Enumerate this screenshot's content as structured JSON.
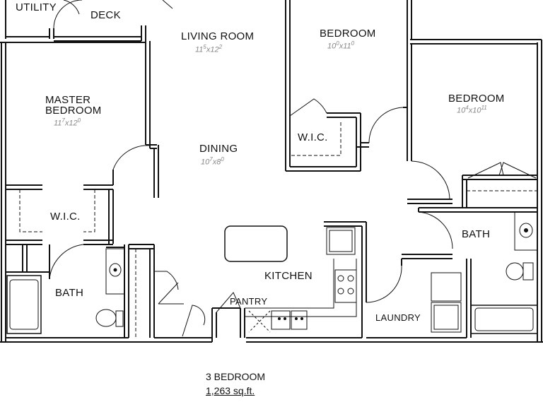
{
  "rooms": {
    "utility": {
      "label": "UTILITY"
    },
    "deck": {
      "label": "DECK"
    },
    "living": {
      "label": "LIVING ROOM",
      "dim_w": "11",
      "dim_w_sup": "5",
      "dim_h": "12",
      "dim_h_sup": "2"
    },
    "bedroom2": {
      "label": "BEDROOM",
      "dim_w": "10",
      "dim_w_sup": "0",
      "dim_h": "11",
      "dim_h_sup": "0"
    },
    "bedroom3": {
      "label": "BEDROOM",
      "dim_w": "10",
      "dim_w_sup": "4",
      "dim_h": "10",
      "dim_h_sup": "11"
    },
    "master": {
      "label_line1": "MASTER",
      "label_line2": "BEDROOM",
      "dim_w": "11",
      "dim_w_sup": "7",
      "dim_h": "12",
      "dim_h_sup": "0"
    },
    "dining": {
      "label": "DINING",
      "dim_w": "10",
      "dim_w_sup": "7",
      "dim_h": "8",
      "dim_h_sup": "0"
    },
    "wic_master": {
      "label": "W.I.C."
    },
    "wic_bed2": {
      "label": "W.I.C."
    },
    "bath_master": {
      "label": "BATH"
    },
    "bath2": {
      "label": "BATH"
    },
    "kitchen": {
      "label": "KITCHEN"
    },
    "pantry": {
      "label": "PANTRY"
    },
    "laundry": {
      "label": "LAUNDRY"
    }
  },
  "dim_separator": "x",
  "caption": {
    "bedrooms": "3 BEDROOM",
    "sqft": "1,263 sq.ft."
  }
}
